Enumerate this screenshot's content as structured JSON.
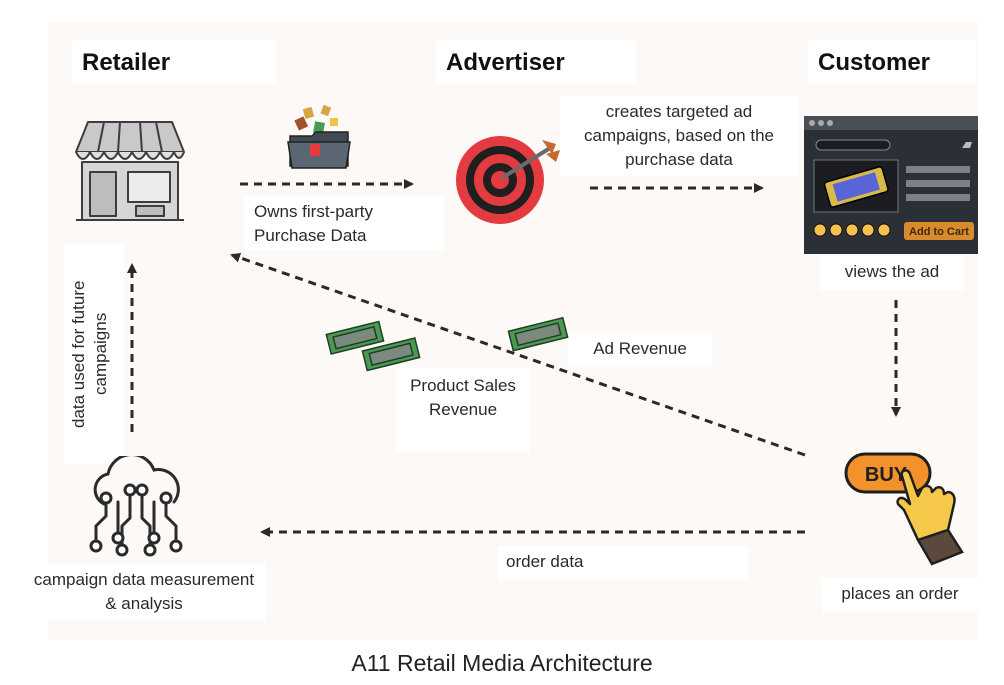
{
  "diagram": {
    "headers": {
      "retailer": "Retailer",
      "advertiser": "Advertiser",
      "customer": "Customer"
    },
    "labels": {
      "owns_data": "Owns first-party Purchase Data",
      "targeted_campaigns": "creates targeted ad campaigns, based on the purchase data",
      "views_ad": "views the ad",
      "ad_revenue": "Ad Revenue",
      "product_sales_revenue": "Product Sales Revenue",
      "data_future": "data used for future campaigns",
      "order_data": "order data",
      "campaign_analysis": "campaign data measurement & analysis",
      "places_order": "places an order"
    },
    "ad_button": "Add to Cart",
    "buy_button": "BUY",
    "caption": "A11 Retail Media Architecture"
  },
  "colors": {
    "arrow": "#2a2a2a",
    "icon_gray": "#c9c9c9",
    "icon_outline": "#3d3d3d",
    "target_red": "#e33b3f",
    "money_green": "#4a9a55",
    "buy_orange": "#f1932a",
    "hand_yellow": "#f6c84a"
  },
  "icons": [
    "store-icon",
    "data-folder-icon",
    "target-icon",
    "ad-screen-icon",
    "cloud-network-icon",
    "buy-button-icon",
    "money-icon"
  ]
}
